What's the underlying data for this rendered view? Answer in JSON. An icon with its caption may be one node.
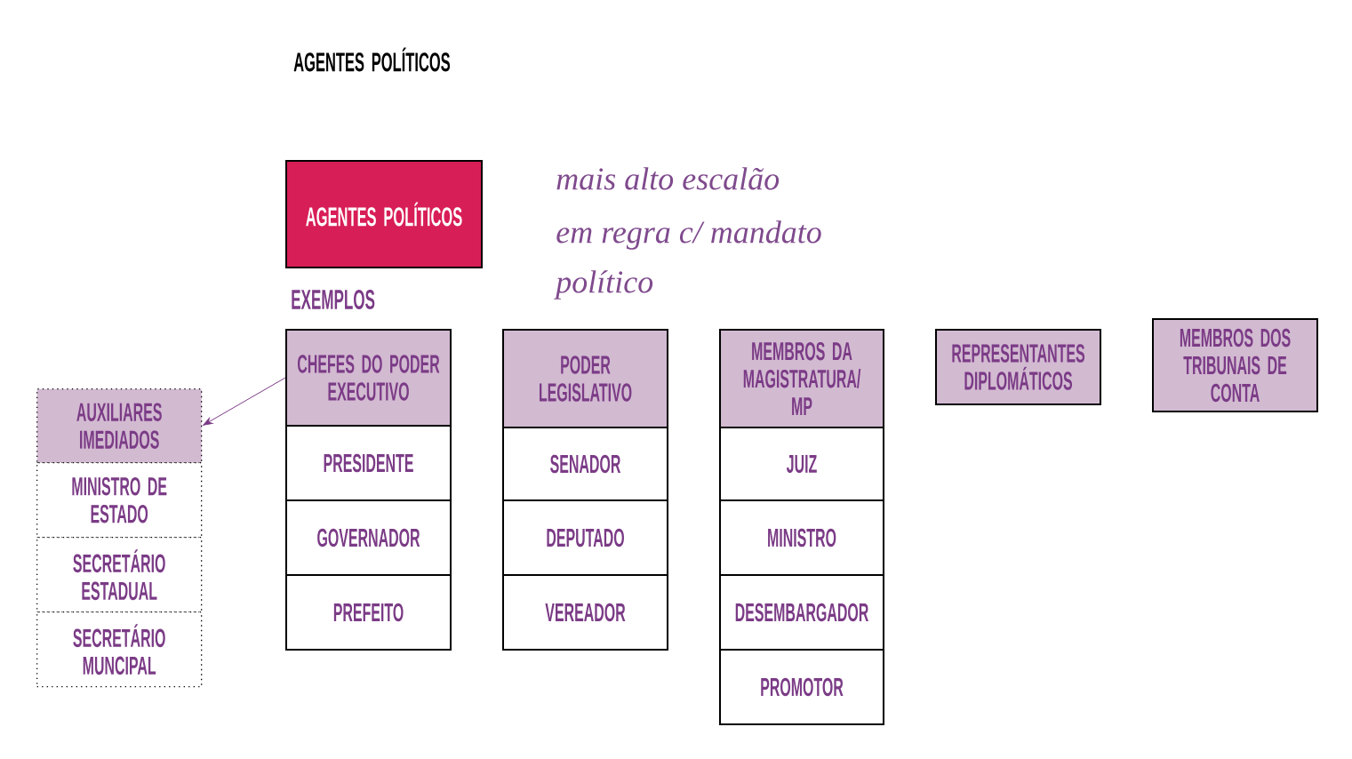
{
  "diagram": {
    "title": "AGENTES POLÍTICOS",
    "nodes": [
      {
        "text": [
          "AGENTES POLÍTICOS"
        ]
      },
      {
        "text": [
          "AUXILIARES IMEDIADOS"
        ]
      },
      {
        "text": [
          "MINISTRO DE ESTADO"
        ]
      },
      {
        "text": [
          "SECRETÁRIO ESTADUAL"
        ]
      },
      {
        "text": [
          "SECRETÁRIO MUNCIPAL"
        ]
      },
      {
        "text": [
          "CHEFES DO PODER EXECUTIVO"
        ]
      },
      {
        "text": [
          "PRESIDENTE"
        ]
      },
      {
        "text": [
          "GOVERNADOR"
        ]
      },
      {
        "text": [
          "PREFEITO"
        ]
      },
      {
        "text": [
          "PODER LEGISLATIVO"
        ]
      },
      {
        "text": [
          "SENADOR"
        ]
      },
      {
        "text": [
          "DEPUTADO"
        ]
      },
      {
        "text": [
          "VEREADOR"
        ]
      },
      {
        "text": [
          "MEMBROS DA MAGISTRATURA/ MP"
        ]
      },
      {
        "text": [
          "JUIZ"
        ]
      },
      {
        "text": [
          "MINISTRO"
        ]
      },
      {
        "text": [
          "DESEMBARGADOR"
        ]
      },
      {
        "text": [
          "PROMOTOR"
        ]
      },
      {
        "text": [
          "REPRESENTANTES DIPLOMÁTICOS"
        ]
      },
      {
        "text": [
          "MEMBROS DOS TRIBUNAIS DE CONTA"
        ]
      }
    ],
    "edges": [
      {
        "from": 5,
        "to": 1,
        "arrow": "to"
      }
    ],
    "labels": [
      "EXEMPLOS",
      "mais alto escalão",
      "em regra c/ mandato político"
    ]
  }
}
